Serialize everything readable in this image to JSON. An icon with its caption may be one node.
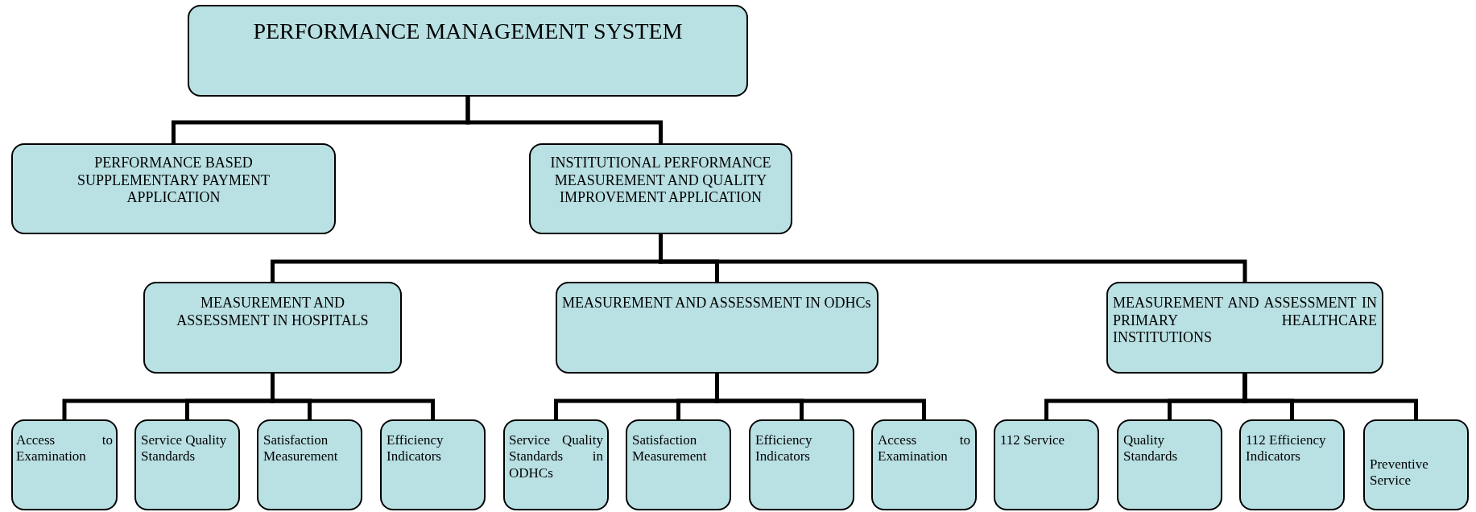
{
  "diagram": {
    "nodes": [
      {
        "text": [
          "PERFORMANCE MANAGEMENT SYSTEM"
        ]
      },
      {
        "text": [
          "PERFORMANCE BASED SUPPLEMENTARY PAYMENT APPLICATION"
        ]
      },
      {
        "text": [
          "INSTITUTIONAL PERFORMANCE MEASUREMENT AND QUALITY IMPROVEMENT APPLICATION"
        ]
      },
      {
        "text": [
          "MEASUREMENT AND ASSESSMENT IN HOSPITALS"
        ]
      },
      {
        "text": [
          "MEASUREMENT AND ASSESSMENT IN ODHCs"
        ]
      },
      {
        "text": [
          "MEASUREMENT AND ASSESSMENT IN PRIMARY HEALTHCARE INSTITUTIONS"
        ]
      },
      {
        "text": [
          "Access to Examination"
        ]
      },
      {
        "text": [
          "Service Quality Standards"
        ]
      },
      {
        "text": [
          "Satisfaction Measurement"
        ]
      },
      {
        "text": [
          "Efficiency Indicators"
        ]
      },
      {
        "text": [
          "Service Quality Standards in ODHCs"
        ]
      },
      {
        "text": [
          "Satisfaction Measurement"
        ]
      },
      {
        "text": [
          "Efficiency Indicators"
        ]
      },
      {
        "text": [
          "Access to Examination"
        ]
      },
      {
        "text": [
          "112 Service"
        ]
      },
      {
        "text": [
          "Quality Standards"
        ]
      },
      {
        "text": [
          "112 Efficiency Indicators"
        ]
      },
      {
        "text": [
          "Preventive Service"
        ]
      }
    ],
    "edges": [
      {
        "from": 0,
        "to": 1,
        "arrow": "none"
      },
      {
        "from": 0,
        "to": 2,
        "arrow": "none"
      },
      {
        "from": 2,
        "to": 3,
        "arrow": "none"
      },
      {
        "from": 2,
        "to": 4,
        "arrow": "none"
      },
      {
        "from": 2,
        "to": 5,
        "arrow": "none"
      },
      {
        "from": 3,
        "to": 6,
        "arrow": "none"
      },
      {
        "from": 3,
        "to": 7,
        "arrow": "none"
      },
      {
        "from": 3,
        "to": 8,
        "arrow": "none"
      },
      {
        "from": 3,
        "to": 9,
        "arrow": "none"
      },
      {
        "from": 4,
        "to": 10,
        "arrow": "none"
      },
      {
        "from": 4,
        "to": 11,
        "arrow": "none"
      },
      {
        "from": 4,
        "to": 12,
        "arrow": "none"
      },
      {
        "from": 4,
        "to": 13,
        "arrow": "none"
      },
      {
        "from": 5,
        "to": 14,
        "arrow": "none"
      },
      {
        "from": 5,
        "to": 15,
        "arrow": "none"
      },
      {
        "from": 5,
        "to": 16,
        "arrow": "none"
      },
      {
        "from": 5,
        "to": 17,
        "arrow": "none"
      }
    ]
  }
}
